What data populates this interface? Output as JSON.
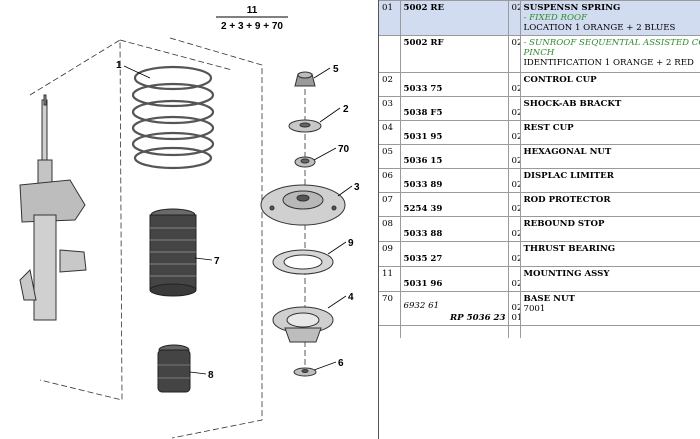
{
  "diagram": {
    "assembly_number": "11",
    "assembly_formula": "2 + 3 + 9 + 70",
    "callouts": [
      "1",
      "5",
      "2",
      "70",
      "3",
      "9",
      "4",
      "6",
      "7",
      "8"
    ]
  },
  "parts": [
    {
      "item": "01",
      "ref": "5002 RE",
      "qty": "02",
      "desc": "SUSPENSN SPRING",
      "note": "- FIXED ROOF",
      "info": "LOCATION 1 ORANGE + 2 BLUES",
      "highlight": true
    },
    {
      "item": "",
      "ref": "5002 RF",
      "qty": "02",
      "desc": "",
      "note": "- SUNROOF SEQUENTIAL ASSISTED CO",
      "note2": "PINCH",
      "info": "IDENTIFICATION 1 ORANGE + 2 RED"
    },
    {
      "item": "02",
      "ref": "5033 75",
      "qty": "02",
      "desc": "CONTROL CUP"
    },
    {
      "item": "03",
      "ref": "5038 F5",
      "qty": "02",
      "desc": "SHOCK-AB BRACKT"
    },
    {
      "item": "04",
      "ref": "5031 95",
      "qty": "02",
      "desc": "REST CUP"
    },
    {
      "item": "05",
      "ref": "5036 15",
      "qty": "02",
      "desc": "HEXAGONAL NUT"
    },
    {
      "item": "06",
      "ref": "5033 89",
      "qty": "02",
      "desc": "DISPLAC LIMITER"
    },
    {
      "item": "07",
      "ref": "5254 39",
      "qty": "02",
      "desc": "ROD PROTECTOR"
    },
    {
      "item": "08",
      "ref": "5033 88",
      "qty": "02",
      "desc": "REBOUND STOP"
    },
    {
      "item": "09",
      "ref": "5035 27",
      "qty": "02",
      "desc": "THRUST BEARING"
    },
    {
      "item": "11",
      "ref": "5031 96",
      "qty": "02",
      "desc": "MOUNTING ASSY"
    },
    {
      "item": "70",
      "ref": "6932 61",
      "qty": "02",
      "qty2": "01",
      "desc": "BASE NUT",
      "info": "7001",
      "rp": "RP 5036 23"
    }
  ]
}
